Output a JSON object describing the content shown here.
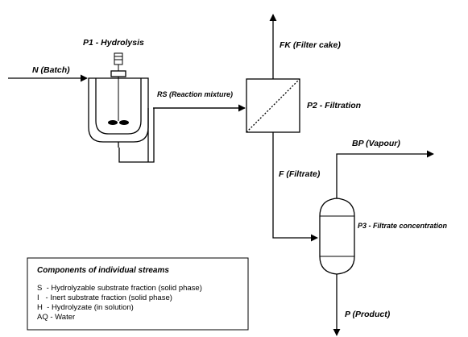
{
  "units": {
    "p1": {
      "label": "P1 - Hydrolysis"
    },
    "p2": {
      "label": "P2 - Filtration"
    },
    "p3": {
      "label": "P3 - Filtrate concentration"
    }
  },
  "streams": {
    "n": {
      "label": "N (Batch)"
    },
    "rs": {
      "label": "RS (Reaction mixture)"
    },
    "fk": {
      "label": "FK (Filter cake)"
    },
    "f": {
      "label": "F (Filtrate)"
    },
    "bp": {
      "label": "BP (Vapour)"
    },
    "p": {
      "label": "P (Product)"
    }
  },
  "legend": {
    "title": "Components of individual streams",
    "items": [
      "S  - Hydrolyzable substrate fraction (solid phase)",
      "I   - Inert substrate fraction (solid phase)",
      "H  - Hydrolyzate (in solution)",
      "AQ - Water"
    ]
  }
}
